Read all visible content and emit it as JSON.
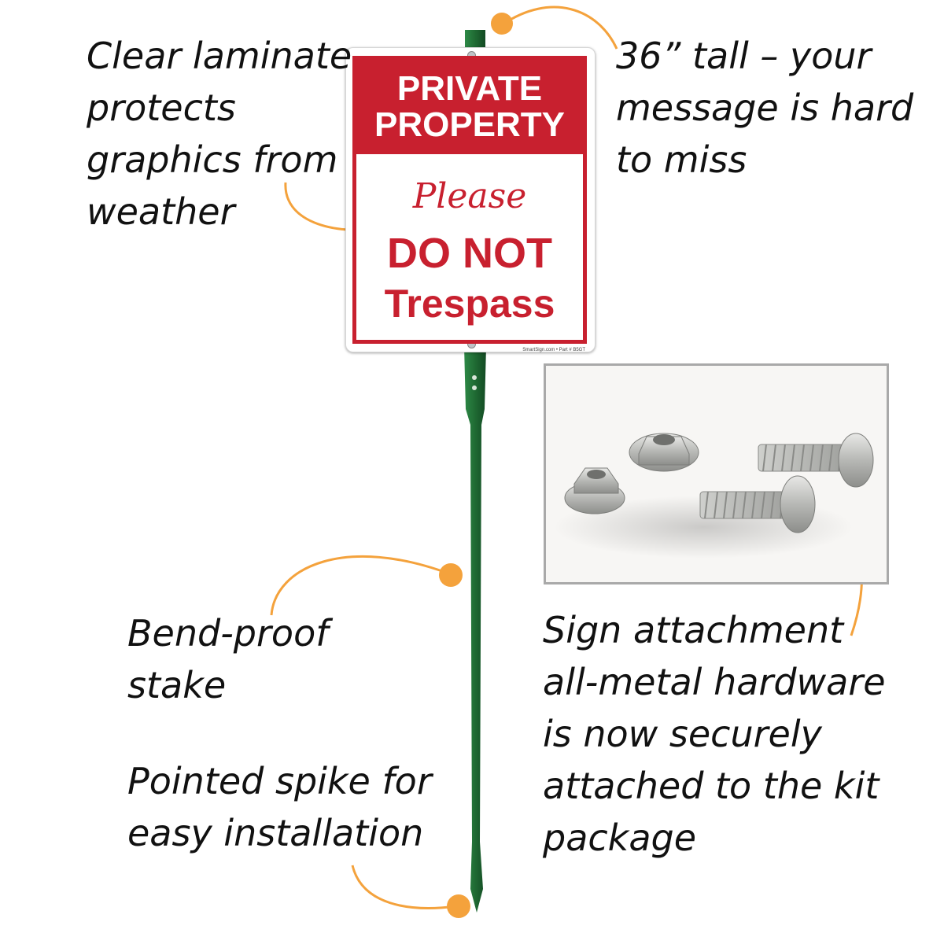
{
  "callouts": {
    "laminate": [
      "Clear laminate",
      "protects",
      "graphics from",
      "weather"
    ],
    "tall": [
      "36” tall – your",
      "message is hard",
      "to miss"
    ],
    "stake": [
      "Bend-proof",
      "stake"
    ],
    "spike": [
      "Pointed spike for",
      "easy installation"
    ],
    "hardware": [
      "Sign attachment",
      "all-metal hardware",
      "is now securely",
      "attached to the kit",
      "package"
    ]
  },
  "sign": {
    "line1": "PRIVATE",
    "line2": "PROPERTY",
    "please": "Please",
    "donot": "DO NOT",
    "trespass": "Trespass",
    "part": "SmartSign.com • Part # B5GT"
  },
  "colors": {
    "accent_orange": "#f4a23c",
    "sign_red": "#c8202f",
    "stake_green": "#1f6a33"
  },
  "icons": {
    "stake": "green-metal-stake",
    "hardware": "nuts-and-bolts-photo"
  }
}
